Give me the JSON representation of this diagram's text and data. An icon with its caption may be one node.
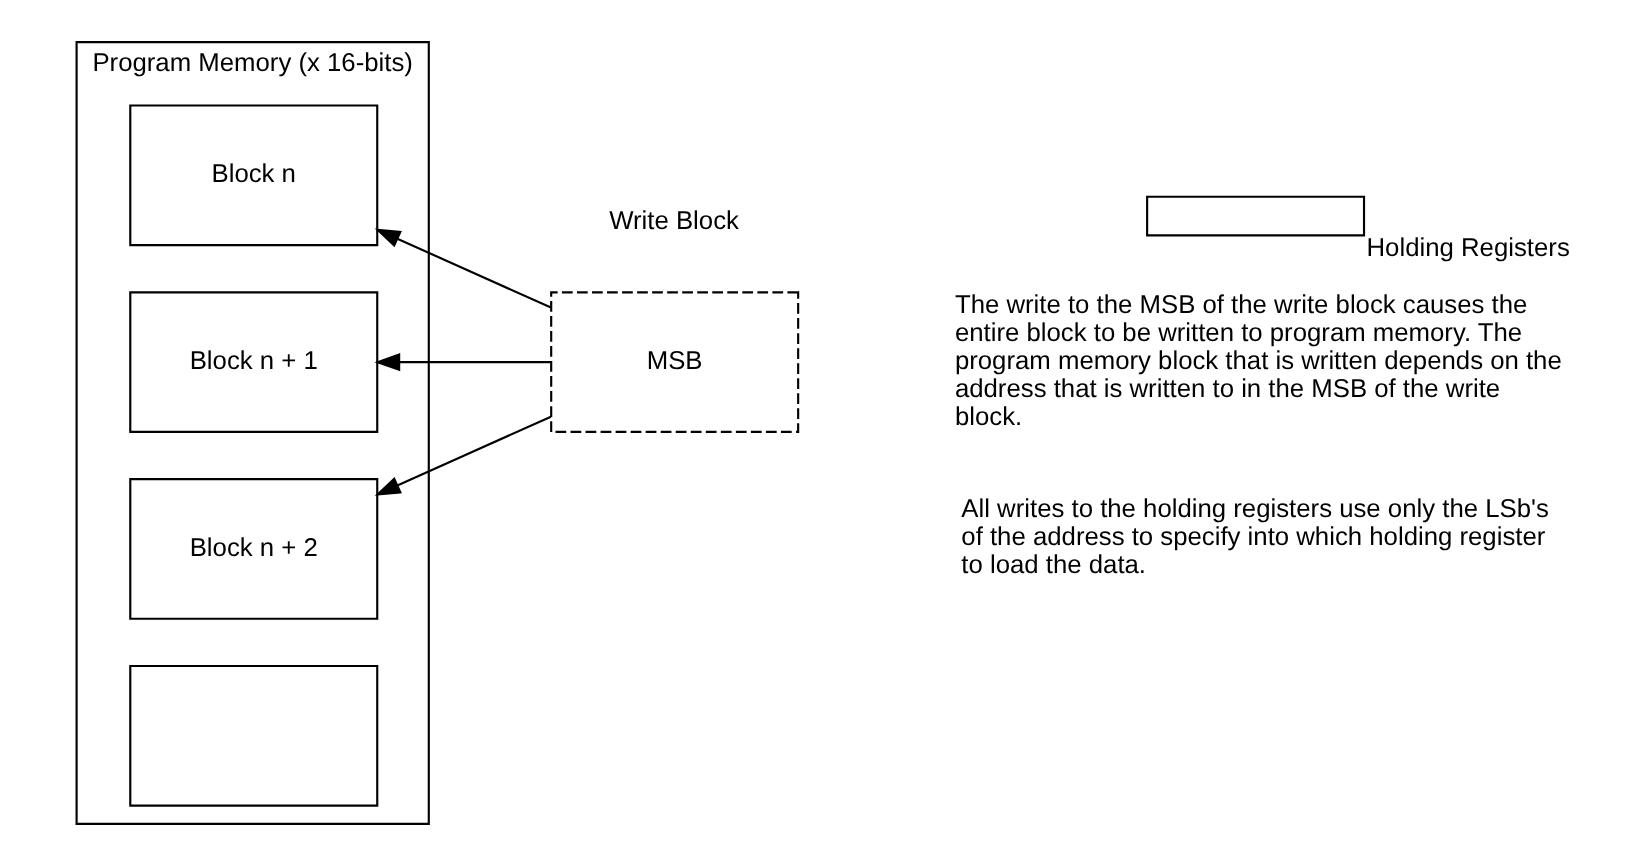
{
  "diagram": {
    "nodes": [
      {
        "text": [
          "Program Memory (x 16-bits)"
        ]
      },
      {
        "text": [
          "Block n"
        ],
        "in": 0
      },
      {
        "text": [
          "Block n + 1"
        ],
        "in": 0
      },
      {
        "text": [
          "Block n + 2"
        ],
        "in": 0
      },
      {
        "text": [],
        "shape": "box",
        "in": 0
      },
      {
        "text": [
          "MSB"
        ]
      },
      {
        "text": [],
        "shape": "box",
        "beside": [
          "Holding Registers"
        ]
      }
    ],
    "edges": [
      {
        "from": 5,
        "to": 1,
        "arrow": "to"
      },
      {
        "from": 5,
        "to": 2,
        "arrow": "to"
      },
      {
        "from": 5,
        "to": 3,
        "arrow": "to"
      }
    ],
    "labels": [
      "Write Block",
      "The write to the MSB of the write block causes the entire block to be written to program memory. The program memory block that is written depends on the address that is written to in the MSB of the write block.",
      "All writes to the holding registers use only the LSb's of the address to specify into which holding register to load the data."
    ]
  }
}
